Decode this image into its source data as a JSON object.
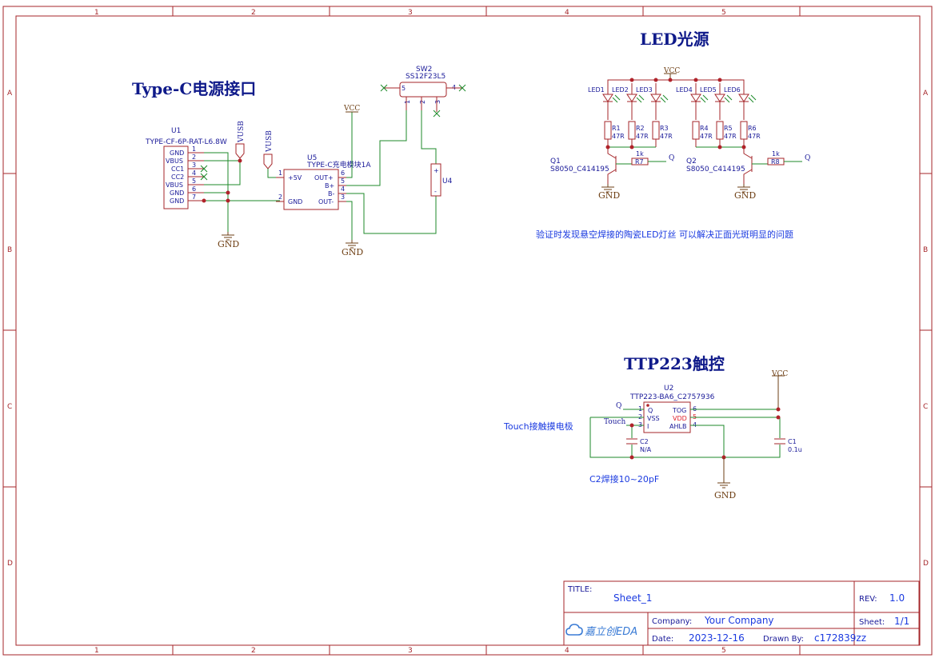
{
  "frame": {
    "columns": [
      "1",
      "2",
      "3",
      "4",
      "5"
    ],
    "rows": [
      "A",
      "B",
      "C",
      "D"
    ]
  },
  "sections": {
    "typec_title": "Type-C电源接口",
    "led_title": "LED光源",
    "ttp_title": "TTP223触控"
  },
  "u1": {
    "ref": "U1",
    "value": "TYPE-CF-6P-RAT-L6.8W",
    "pins": [
      {
        "name": "GND",
        "num": "1"
      },
      {
        "name": "VBUS",
        "num": "2"
      },
      {
        "name": "CC1",
        "num": "3"
      },
      {
        "name": "CC2",
        "num": "4"
      },
      {
        "name": "VBUS",
        "num": "5"
      },
      {
        "name": "GND",
        "num": "6"
      },
      {
        "name": "GND",
        "num": "7"
      }
    ]
  },
  "u5": {
    "ref": "U5",
    "value": "TYPE-C充电模块1A",
    "pins": [
      {
        "name": "+5V",
        "num": "1"
      },
      {
        "name": "GND",
        "num": "2"
      },
      {
        "name": "OUT+",
        "num": "6"
      },
      {
        "name": "B+",
        "num": "5"
      },
      {
        "name": "B-",
        "num": "4"
      },
      {
        "name": "OUT-",
        "num": "3"
      }
    ]
  },
  "sw2": {
    "ref": "SW2",
    "value": "SS12F23L5",
    "pins": [
      "5",
      "1",
      "2",
      "3",
      "4"
    ]
  },
  "u4": {
    "ref": "U4",
    "plus": "+",
    "minus": "-"
  },
  "nets": {
    "vusb": "VUSB",
    "vcc": "VCC",
    "gnd": "GND",
    "q": "Q",
    "touch": "Touch"
  },
  "leds": [
    "LED1",
    "LED2",
    "LED3",
    "LED4",
    "LED5",
    "LED6"
  ],
  "resistors": [
    {
      "ref": "R1",
      "value": "47R"
    },
    {
      "ref": "R2",
      "value": "47R"
    },
    {
      "ref": "R3",
      "value": "47R"
    },
    {
      "ref": "R4",
      "value": "47R"
    },
    {
      "ref": "R5",
      "value": "47R"
    },
    {
      "ref": "R6",
      "value": "47R"
    }
  ],
  "r7": {
    "ref": "R7",
    "value": "1k"
  },
  "r8": {
    "ref": "R8",
    "value": "1k"
  },
  "q1": {
    "ref": "Q1",
    "value": "S8050_C414195"
  },
  "q2": {
    "ref": "Q2",
    "value": "S8050_C414195"
  },
  "led_note": "验证时发现悬空焊接的陶瓷LED灯丝 可以解决正面光斑明显的问题",
  "u2": {
    "ref": "U2",
    "value": "TTP223-BA6_C2757936",
    "pins_left": [
      {
        "name": "Q",
        "num": "1"
      },
      {
        "name": "VSS",
        "num": "2"
      },
      {
        "name": "I",
        "num": "3"
      }
    ],
    "pins_right": [
      {
        "name": "TOG",
        "num": "6"
      },
      {
        "name": "VDD",
        "num": "5"
      },
      {
        "name": "AHLB",
        "num": "4"
      }
    ]
  },
  "c2": {
    "ref": "C2",
    "value": "N/A"
  },
  "c1": {
    "ref": "C1",
    "value": "0.1u"
  },
  "touch_note": "Touch接触摸电极",
  "c2_note": "C2焊接10~20pF",
  "title_block": {
    "title_label": "TITLE:",
    "title_value": "Sheet_1",
    "rev_label": "REV:",
    "rev_value": "1.0",
    "company_label": "Company:",
    "company_value": "Your Company",
    "sheet_label": "Sheet:",
    "sheet_value": "1/1",
    "date_label": "Date:",
    "date_value": "2023-12-16",
    "drawn_label": "Drawn By:",
    "drawn_value": "c172839zz",
    "logo": "嘉立创EDA"
  }
}
